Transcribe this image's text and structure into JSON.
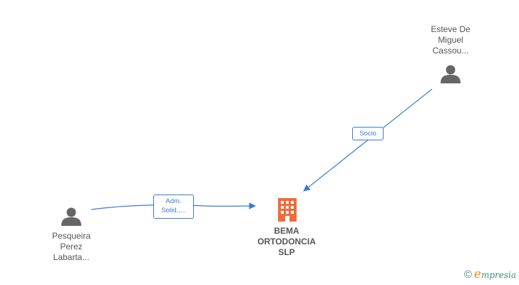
{
  "nodes": {
    "person_top": {
      "label_lines": [
        "Esteve De",
        "Miguel",
        "Cassou..."
      ]
    },
    "person_left": {
      "label_lines": [
        "Pesqueira",
        "Perez",
        "Labarta..."
      ]
    },
    "company": {
      "label_lines": [
        "BEMA",
        "ORTODONCIA",
        "SLP"
      ]
    }
  },
  "edges": {
    "socio": {
      "label_lines": [
        "Socio"
      ]
    },
    "adm": {
      "label_lines": [
        "Adm.",
        "Solid.,..."
      ]
    }
  },
  "colors": {
    "edge": "#3a7bd5",
    "person": "#666666",
    "company": "#f26b3a",
    "text": "#555555"
  },
  "branding": {
    "copyright": "©",
    "logo_initial": "e",
    "logo_rest": "mpresia"
  }
}
